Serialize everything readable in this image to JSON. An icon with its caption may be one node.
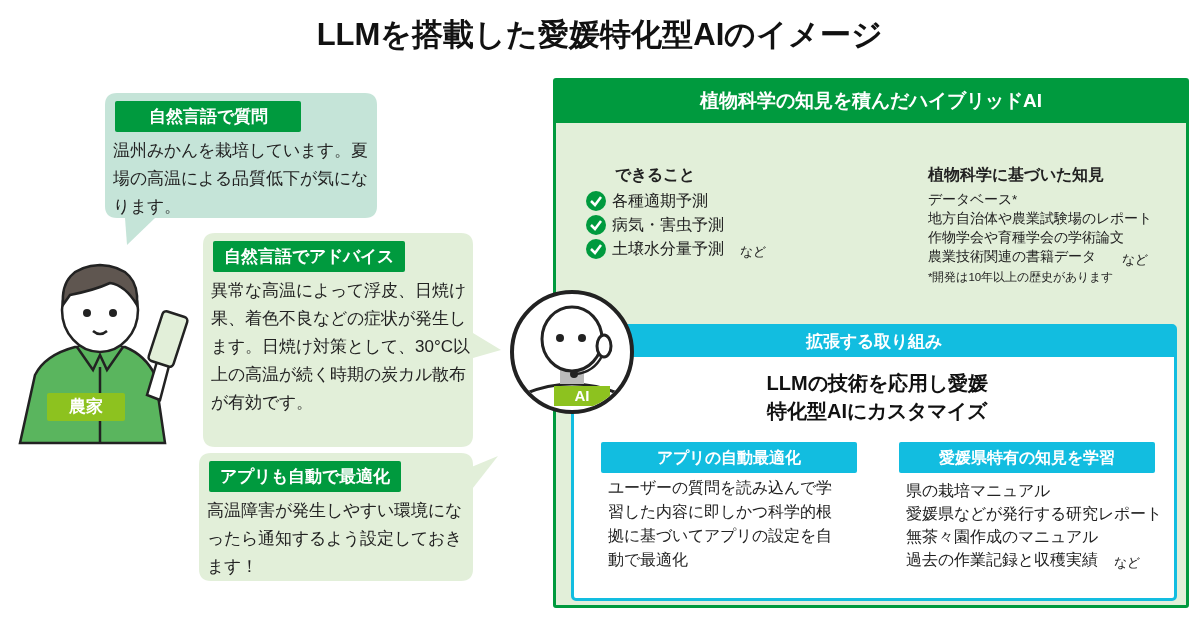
{
  "diagram": {
    "title": "LLMを搭載した愛媛特化型AIのイメージ",
    "nodes": [
      {
        "text": [
          "農家"
        ]
      },
      {
        "text": [
          "自然言語で質問",
          "温州みかんを栽培しています。夏場の高温による品質低下が気になります。"
        ]
      },
      {
        "text": [
          "自然言語でアドバイス",
          "異常な高温によって浮皮、日焼け果、着色不良などの症状が発生します。日焼け対策として、30°C以上の高温が続く時期の炭カル散布が有効です。"
        ]
      },
      {
        "text": [
          "アプリも自動で最適化",
          "高温障害が発生しやすい環境になったら通知するよう設定しておきます！"
        ]
      },
      {
        "text": [
          "AI"
        ]
      },
      {
        "text": [
          "植物科学の知見を積んだハイブリッドAI"
        ]
      },
      {
        "text": [
          "拡張する取り組み",
          "LLMの技術を応用し愛媛特化型AIにカスタマイズ"
        ],
        "in": 5
      },
      {
        "text": [
          "アプリの自動最適化",
          "ユーザーの質問を読み込んで学習した内容に即しかつ科学的根拠に基づいてアプリの設定を自動で最適化"
        ],
        "in": 6
      },
      {
        "text": [
          "愛媛県特有の知見を学習",
          "県の栽培マニュアル",
          "愛媛県などが発行する研究レポート",
          "無茶々園作成のマニュアル",
          "過去の作業記録と収穫実績",
          "など"
        ],
        "in": 6
      }
    ],
    "labels": [
      "できること",
      "各種適期予測",
      "病気・害虫予測",
      "土壌水分量予測",
      "など",
      "植物科学に基づいた知見",
      "データベース*",
      "地方自治体や農業試験場のレポート",
      "作物学会や育種学会の学術論文",
      "農業技術関連の書籍データ",
      "など",
      "*開発は10年以上の歴史があります"
    ]
  }
}
